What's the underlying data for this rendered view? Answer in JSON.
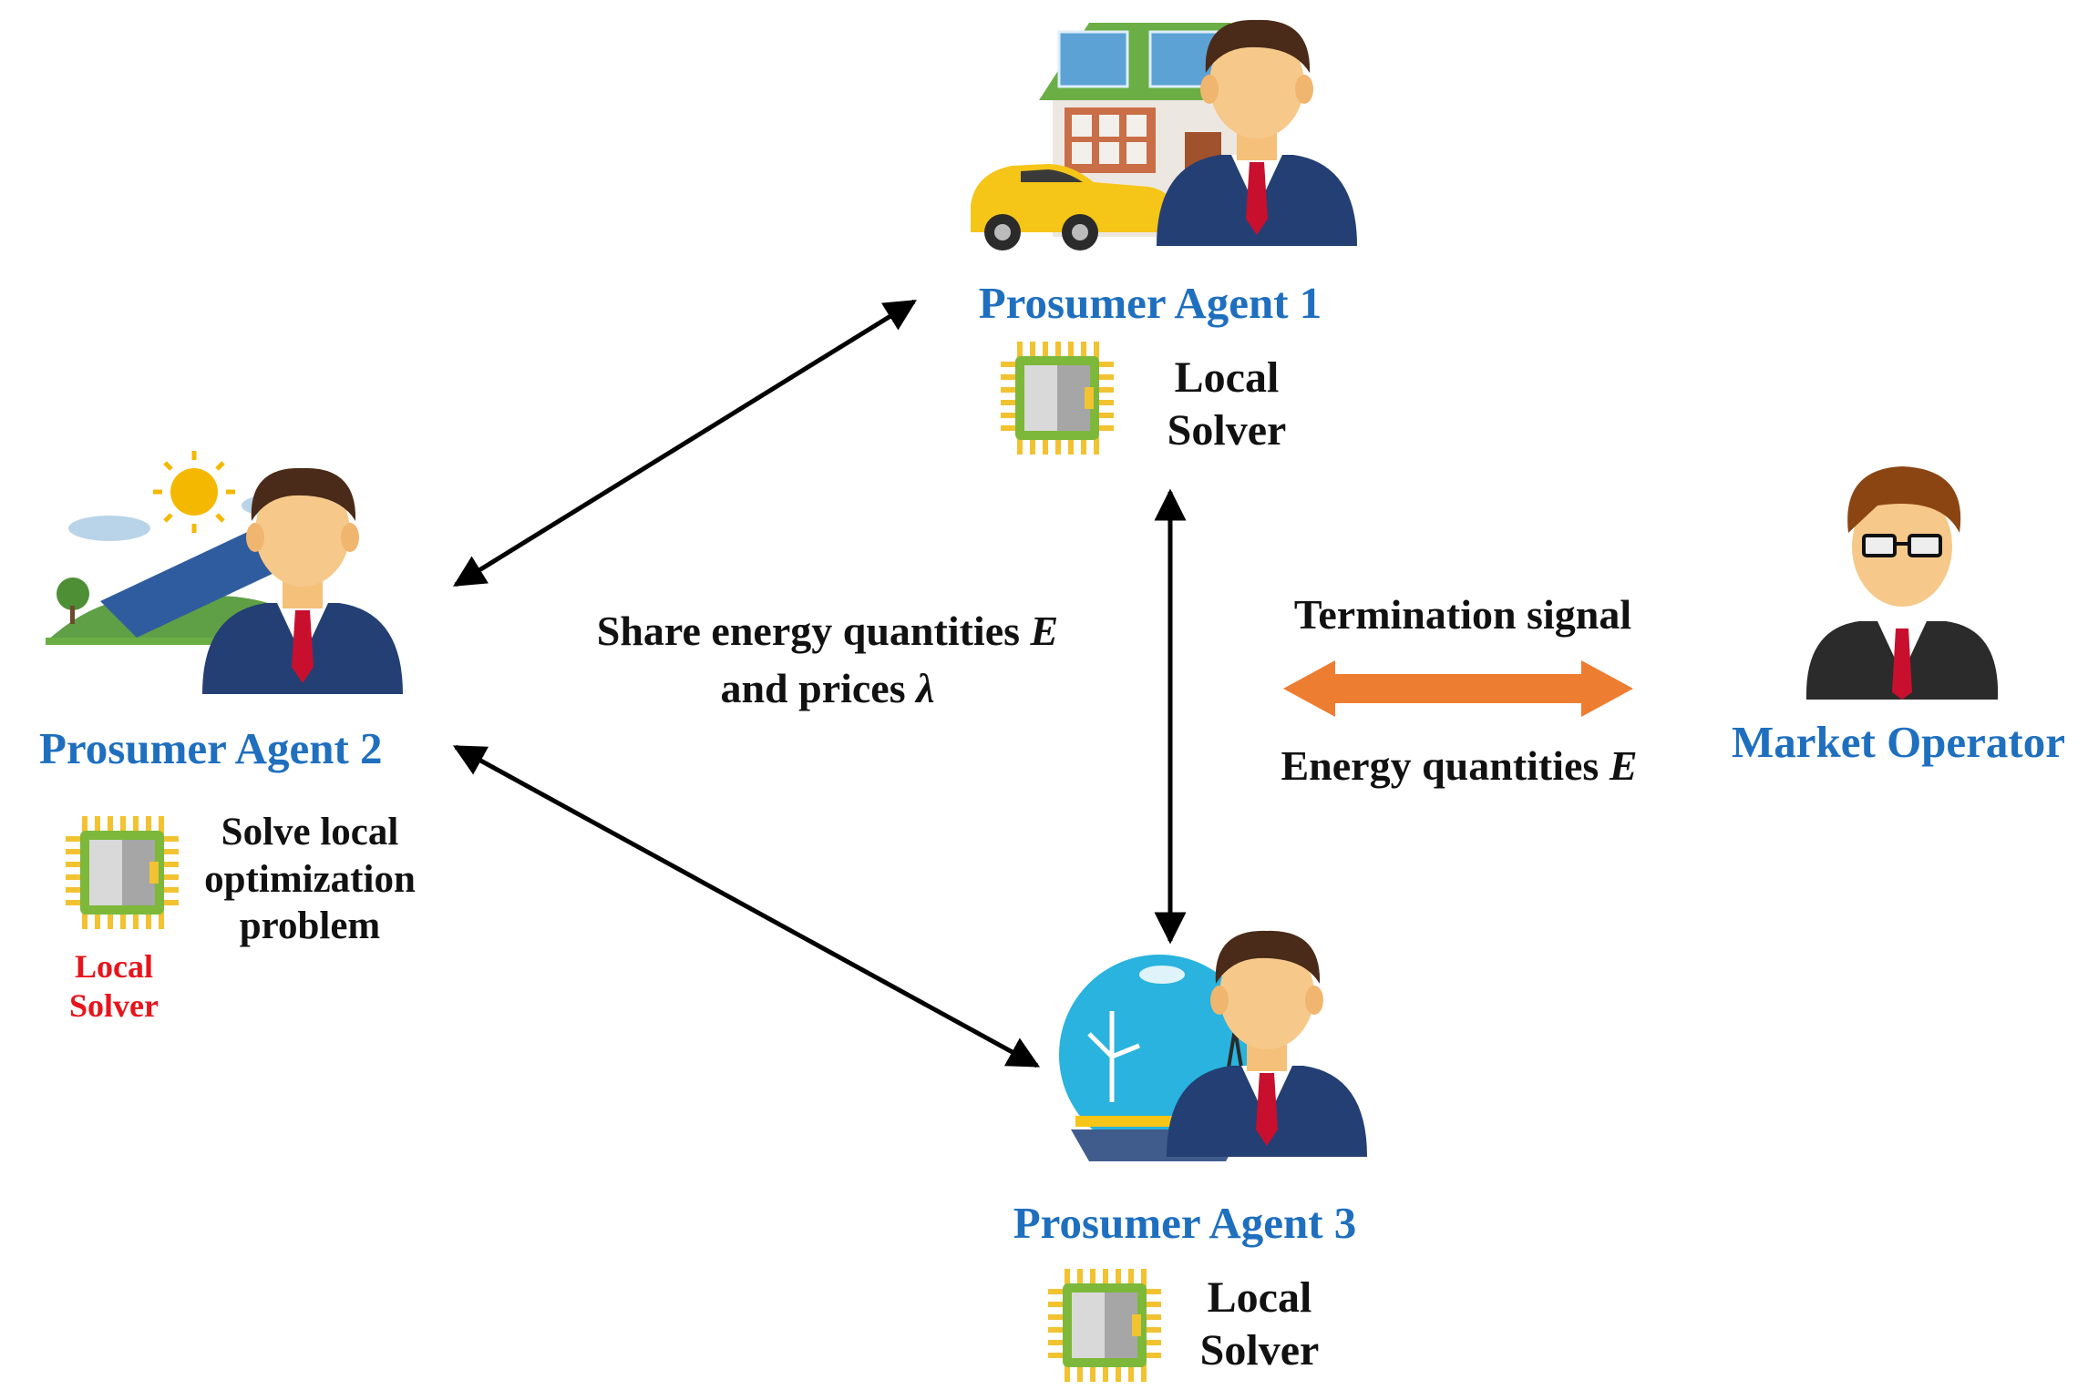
{
  "agents": {
    "agent1": {
      "name": "Prosumer Agent 1",
      "solver_label": "Local\nSolver",
      "icon": "house-solar-car-person-icon"
    },
    "agent2": {
      "name": "Prosumer Agent 2",
      "solver_label": "Solve local\noptimization\nproblem",
      "solver_caption": "Local\nSolver",
      "icon": "solar-farm-person-icon"
    },
    "agent3": {
      "name": "Prosumer Agent 3",
      "solver_label": "Local\nSolver",
      "icon": "wind-grid-person-icon"
    }
  },
  "operator": {
    "name": "Market Operator",
    "icon": "operator-person-icon"
  },
  "messages": {
    "share_line1": "Share energy quantities ",
    "share_var1": "E",
    "share_line2": "and prices ",
    "share_var2": "λ",
    "termination": "Termination signal",
    "energy_prefix": "Energy quantities ",
    "energy_var": "E"
  },
  "colors": {
    "agent_label": "#1F6FBF",
    "highlight_label": "#E8141B",
    "operator_arrow": "#ED7D31",
    "chip_body": "#7DB83A",
    "chip_pins": "#F2C230"
  }
}
